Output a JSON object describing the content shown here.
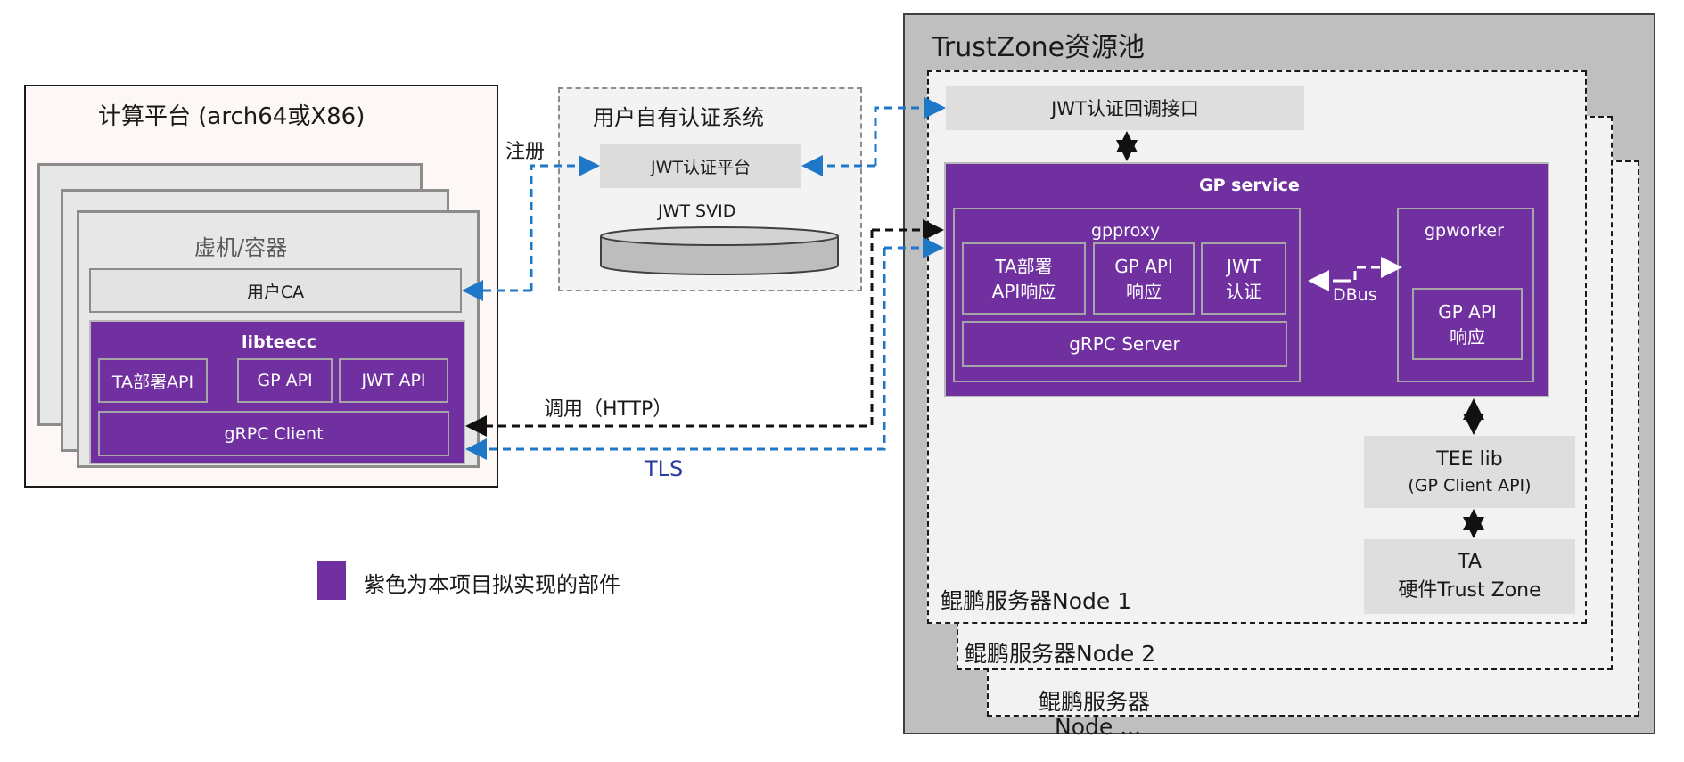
{
  "compute_platform": {
    "title": "计算平台 (arch64或X86)",
    "vm_label": "虚机/容器",
    "user_ca": "用户CA",
    "libteecc": {
      "title": "libteecc",
      "modules": [
        "TA部署API",
        "GP API",
        "JWT API"
      ],
      "grpc_client": "gRPC Client"
    }
  },
  "auth_system": {
    "title": "用户自有认证系统",
    "platform": "JWT认证平台",
    "svid": "JWT SVID"
  },
  "connections": {
    "register": "注册",
    "call_http": "调用（HTTP）",
    "tls": "TLS",
    "dbus": "DBus"
  },
  "trustzone_pool": {
    "title": "TrustZone资源池",
    "jwt_callback": "JWT认证回调接口",
    "gp_service": {
      "title": "GP service",
      "gpproxy": {
        "title": "gpproxy",
        "modules": [
          {
            "line1": "TA部署",
            "line2": "API响应"
          },
          {
            "line1": "GP API",
            "line2": "响应"
          },
          {
            "line1": "JWT",
            "line2": "认证"
          }
        ],
        "grpc_server": "gRPC Server"
      },
      "gpworker": {
        "title": "gpworker",
        "module": {
          "line1": "GP API",
          "line2": "响应"
        }
      }
    },
    "tee_lib": {
      "line1": "TEE lib",
      "line2": "(GP Client API)"
    },
    "ta": {
      "line1": "TA",
      "line2": "硬件Trust Zone"
    },
    "nodes": [
      "鲲鹏服务器Node 1",
      "鲲鹏服务器Node 2",
      "鲲鹏服务器",
      "Node ..."
    ]
  },
  "legend": {
    "label": "紫色为本项目拟实现的部件",
    "color": "#7030a0"
  },
  "colors": {
    "purple": "#7030a0",
    "blue_arrow": "#1f77c8",
    "pool_bg": "#bfbfbf"
  }
}
